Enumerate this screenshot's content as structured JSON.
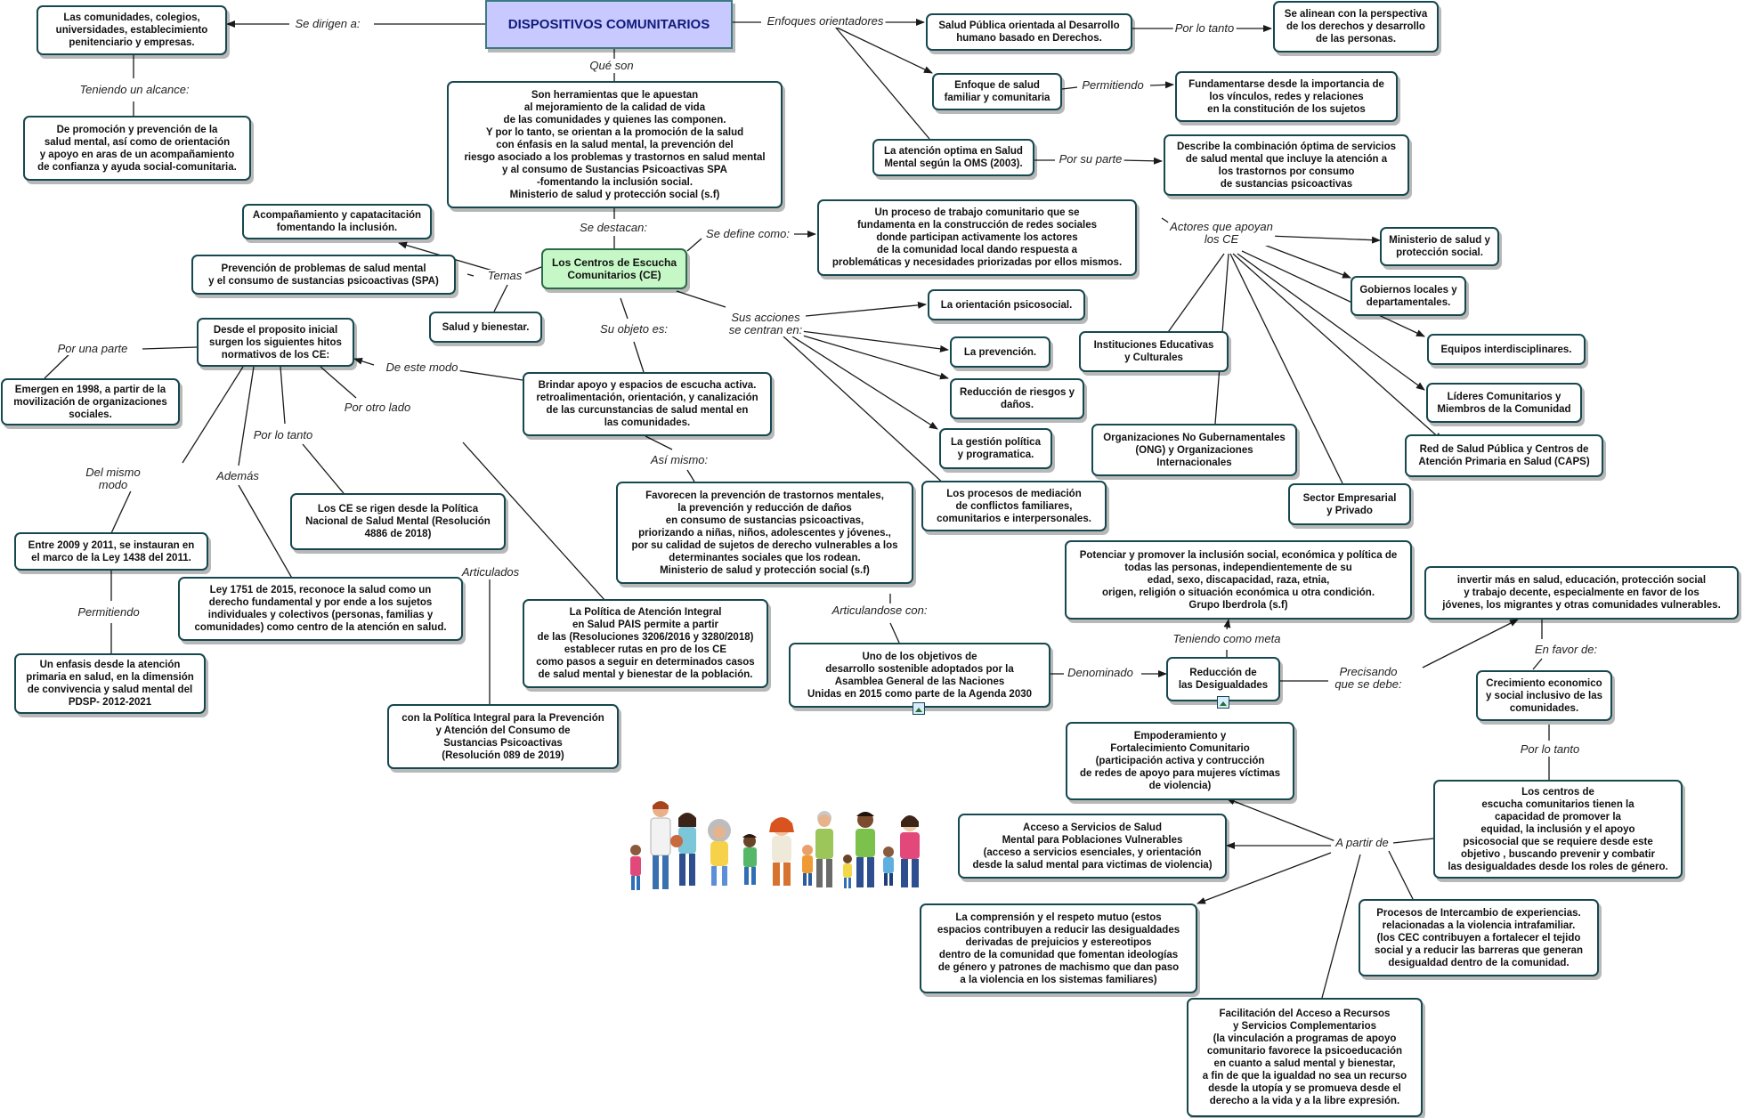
{
  "nodes": {
    "title": "DISPOSITIVOS COMUNITARIOS",
    "dirigen": "Las comunidades, colegios,\nuniversidades, establecimiento\npenitenciario y empresas.",
    "alcance": "De promoción y prevención de la\nsalud mental, así como de orientación\ny apoyo en aras de un acompañamiento\nde confianza y ayuda social-comunitaria.",
    "herramientas": "Son herramientas que le apuestan\nal mejoramiento de la calidad de vida\nde las comunidades y quienes las componen.\nY por lo tanto, se orientan a la promoción de la salud\ncon énfasis en la salud mental, la prevención del\nriesgo asociado a los problemas y trastornos en salud mental\ny al consumo de Sustancias Psicoactivas SPA\n-fomentando la inclusión social.\nMinisterio de salud y protección social (s.f)",
    "salud_publica": "Salud Pública orientada al Desarrollo\nhumano basado en Derechos.",
    "derechos": "Se alinean con la perspectiva\nde los derechos y desarrollo\nde las personas.",
    "enfoque_familiar": "Enfoque de salud\nfamiliar y comunitaria",
    "fundamentarse": "Fundamentarse desde la importancia de\nlos vínculos, redes y relaciones\nen la constitución de los sujetos",
    "atencion_oms": "La atención optima en Salud\nMental según la OMS (2003).",
    "combinacion": "Describe la combinación óptima de servicios\nde salud mental que incluye la atención a\nlos trastornos por consumo\nde sustancias psicoactivas",
    "acompanamiento": "Acompañamiento y capatacitación\nfomentando la inclusión.",
    "prevencion_spa": "Prevención de problemas de salud mental\ny el consumo de sustancias psicoactivas (SPA)",
    "salud_bienestar": "Salud y bienestar.",
    "centros": "Los Centros de Escucha\nComunitarios (CE)",
    "proceso": "Un proceso de trabajo comunitario que se\nfundamenta en la construcción de redes sociales\ndonde participan activamente los actores\nde la comunidad local dando respuesta a\nproblemáticas y necesidades priorizadas por ellos mismos.",
    "ministerio": "Ministerio de salud y\nprotección social.",
    "gobiernos": "Gobiernos locales y\ndepartamentales.",
    "equipos": "Equipos interdisciplinares.",
    "lideres": "Líderes Comunitarios y\nMiembros de la Comunidad",
    "red_salud": "Red de Salud Pública y Centros de\nAtención Primaria en Salud (CAPS)",
    "sector_empresarial": "Sector Empresarial\ny Privado",
    "ong": "Organizaciones No Gubernamentales\n(ONG) y Organizaciones\nInternacionales",
    "instituciones": "Instituciones Educativas\ny Culturales",
    "orientacion_psico": "La orientación psicosocial.",
    "la_prevencion": "La prevención.",
    "reduccion_riesgos": "Reducción de riesgos y\ndaños.",
    "gestion_politica": "La gestión política\ny programatica.",
    "mediacion": "Los procesos de mediación\nde conflictos familiares,\ncomunitarios e interpersonales.",
    "proposito": "Desde el proposito inicial\nsurgen los siguientes hitos\nnormativos de los CE:",
    "emergen": "Emergen en 1998, a partir de la\nmovilización de organizaciones\nsociales.",
    "brindar": "Brindar apoyo y espacios de escucha activa.\nretroalimentación, orientación, y canalización\nde las curcunstancias de salud mental en\nlas comunidades.",
    "favorecen": "Favorecen la prevención de trastornos mentales,\nla prevención y reducción de daños\nen consumo de sustancias psicoactivas,\npriorizando a niñas, niños, adolescentes y jóvenes.,\npor su calidad de sujetos de derecho vulnerables a los\ndeterminantes sociales que los rodean.\nMinisterio de salud y protección social (s.f)",
    "rigen": "Los CE se rigen desde la Política\nNacional de Salud Mental (Resolución\n4886 de 2018)",
    "entre2009": "Entre 2009 y 2011, se instauran en\nel marco de la Ley 1438 del 2011.",
    "ley1751": "Ley 1751 de 2015, reconoce la salud como un\nderecho fundamental y por ende a los sujetos\nindividuales y colectivos (personas, familias y\ncomunidades) como centro de la atención en salud.",
    "politica_pais": "La Política de Atención Integral\nen Salud  PAIS permite a partir\nde las (Resoluciones 3206/2016 y 3280/2018)\nestablecer rutas en pro de los CE\ncomo pasos a seguir en determinados casos\nde salud mental y bienestar de la población.",
    "enfasis_pdsp": "Un enfasis desde la atención\nprimaria en salud, en la dimensión\nde convivencia y salud mental del\nPDSP- 2012-2021",
    "politica_integral": "con la Política Integral para la Prevención\ny Atención del Consumo de\nSustancias Psicoactivas\n(Resolución 089 de 2019)",
    "potenciar": "Potenciar y promover la inclusión social, económica y política de\ntodas las personas, independientemente de su\nedad, sexo, discapacidad, raza, etnia,\norigen, religión o situación económica u otra condición.\nGrupo Iberdrola (s.f)",
    "invertir": "invertir más en salud, educación, protección social\ny trabajo decente, especialmente en favor de los\njóvenes, los migrantes y otras comunidades vulnerables.",
    "objetivos": "Uno de los objetivos de\ndesarrollo sostenible adoptados por la\nAsamblea General de las Naciones\nUnidas en 2015 como parte de la Agenda 2030",
    "reduccion_desigualdades": "Reducción de\nlas Desigualdades",
    "crecimiento": "Crecimiento economico\ny social inclusivo de las\ncomunidades.",
    "empoderamiento": "Empoderamiento y\nFortalecimiento Comunitario\n(participación activa y contrucción\nde redes de apoyo para mujeres víctimas\nde violencia)",
    "centros_escucha": "Los centros de\nescucha comunitarios tienen la\ncapacidad de promover la\nequidad, la inclusión y el apoyo\npsicosocial que se requiere desde este\nobjetivo , buscando prevenir y combatir\nlas desigualdades desde los roles de género.",
    "acceso_servicios": "Acceso a Servicios de Salud\nMental para Poblaciones Vulnerables\n(acceso a servicios esenciales, y orientación\ndesde la salud mental para victimas de violencia)",
    "comprension": "La comprensión y el respeto mutuo (estos\nespacios contribuyen a reducir las desigualdades\nderivadas de prejuicios y estereotipos\ndentro de la comunidad que fomentan ideologías\nde género y patrones de machismo que dan paso\na la violencia en los sistemas familiares)",
    "intercambio": "Procesos de Intercambio de experiencias.\nrelacionadas a la violencia intrafamiliar.\n(los CEC contribuyen a fortalecer el tejido\nsocial y a reducir las barreras que generan\ndesigualdad dentro de la comunidad.",
    "facilitacion": "Facilitación del Acceso a Recursos\ny Servicios Complementarios\n(la vinculación a programas de apoyo\ncomunitario favorece la psicoeducación\nen cuanto a salud mental y bienestar,\na fin de que la igualdad no sea un recurso\ndesde la utopía y se promueva desde el\nderecho a la vida y a la libre expresión."
  },
  "labels": {
    "se_dirigen": "Se dirigen a:",
    "teniendo_alcance": "Teniendo un alcance:",
    "que_son": "Qué son",
    "enfoques": "Enfoques orientadores",
    "por_lo_tanto_1": "Por lo tanto",
    "permitiendo_1": "Permitiendo",
    "por_su_parte": "Por su parte",
    "se_destacan": "Se destacan:",
    "se_define": "Se define como:",
    "temas": "Temas",
    "actores": "Actores que apoyan\nlos CE",
    "sus_acciones": "Sus acciones\nse centran en:",
    "su_objeto": "Su objeto es:",
    "de_este_modo": "De este modo",
    "por_una_parte": "Por una parte",
    "por_otro_lado": "Por otro lado",
    "por_lo_tanto_2": "Por lo tanto",
    "del_mismo_modo": "Del mismo\nmodo",
    "ademas": "Además",
    "asi_mismo": "Así mismo:",
    "articulados": "Articulados",
    "permitiendo_2": "Permitiendo",
    "articulandose": "Articulandose con:",
    "teniendo_meta": "Teniendo como meta",
    "denominado": "Denominado",
    "precisando": "Precisando\nque se debe:",
    "en_favor": "En favor de:",
    "por_lo_tanto_3": "Por lo tanto",
    "a_partir": "A partir de"
  },
  "colors": {
    "border": "#16484f",
    "title_fill": "#c7c9ff",
    "center_fill": "#c6f7c6",
    "line": "#1a1a1a"
  },
  "icons": [
    "image-icon",
    "community-people-illustration"
  ]
}
